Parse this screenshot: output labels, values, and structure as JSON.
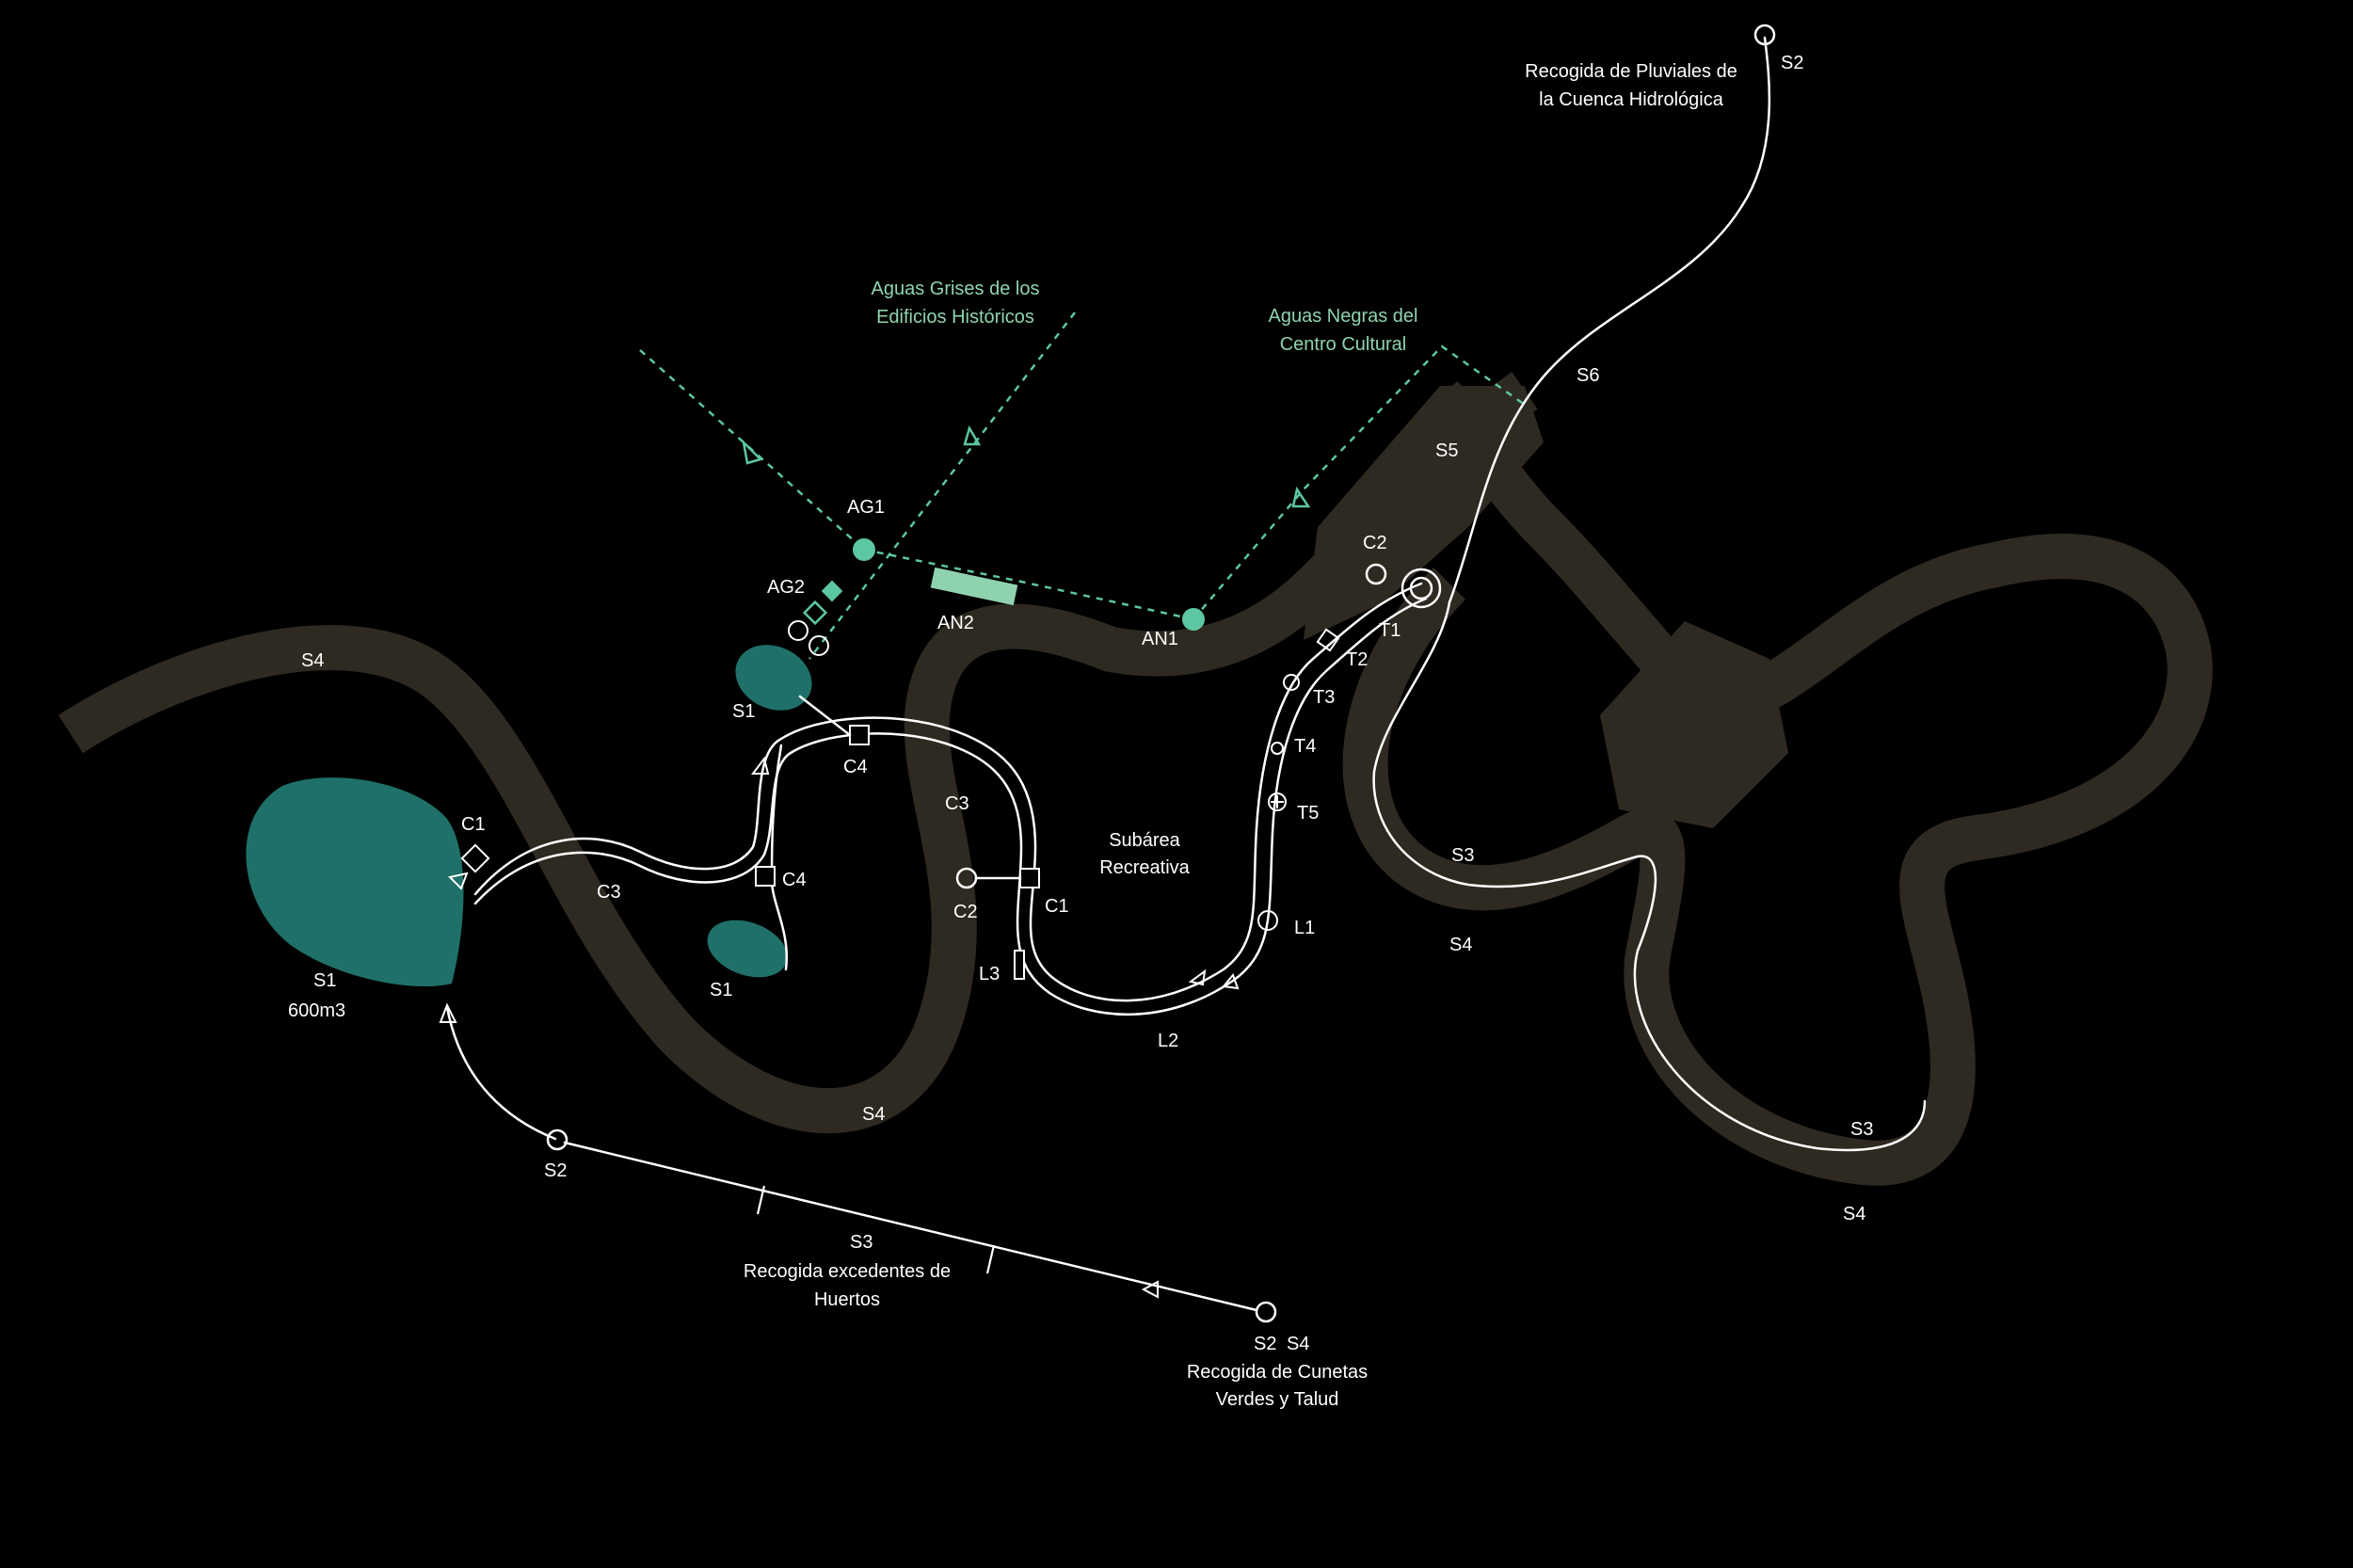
{
  "colors": {
    "background": "#000000",
    "river_band": "#2e2a22",
    "pond": "#1f7068",
    "greywater_line": "#5cc7a0",
    "greywater_text": "#8fd3ae",
    "pipe": "#ffffff"
  },
  "diagram": {
    "labels": {
      "s4_top": "S4",
      "s4_mid": "S4",
      "s4_right_mid": "S4",
      "s4_right_bottom": "S4",
      "s5": "S5",
      "s6": "S6",
      "s3_right_mid": "S3",
      "s3_right_bottom": "S3",
      "s2_top": "S2",
      "ag1": "AG1",
      "ag2": "AG2",
      "an1": "AN1",
      "an2": "AN2",
      "c2_top": "C2",
      "t1": "T1",
      "t2": "T2",
      "t3": "T3",
      "t4": "T4",
      "t5": "T5",
      "l1": "L1",
      "l2": "L2",
      "l3": "L3",
      "c1_left": "C1",
      "c1_mid": "C1",
      "c2_mid": "C2",
      "c3_left": "C3",
      "c3_mid": "C3",
      "c4_upper": "C4",
      "c4_lower": "C4",
      "s1_top": "S1",
      "s1_mid": "S1",
      "s1_big": "S1",
      "s1_big_volume": "600m3",
      "s2_bottom": "S2",
      "s3_bottom": "S3",
      "s2_right": "S2",
      "s4_right": "S4"
    },
    "annotations": {
      "pluviales_line1": "Recogida de Pluviales de",
      "pluviales_line2": "la Cuenca Hidrológica",
      "grises_line1": "Aguas Grises de los",
      "grises_line2": "Edificios Históricos",
      "negras_line1": "Aguas Negras del",
      "negras_line2": "Centro Cultural",
      "subarea_line1": "Subárea",
      "subarea_line2": "Recreativa",
      "huertos_line1": "Recogida excedentes de",
      "huertos_line2": "Huertos",
      "cunetas_line1": "Recogida de Cunetas",
      "cunetas_line2": "Verdes y Talud"
    }
  }
}
